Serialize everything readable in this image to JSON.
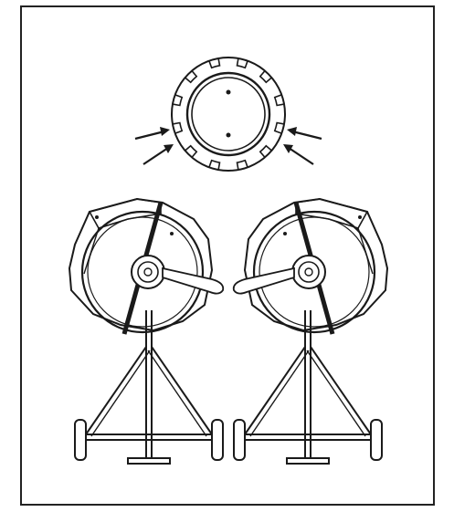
{
  "diagram": {
    "kind": "technical-line-drawing",
    "subject": "cement-mixer-drum-ring-gear-assembly",
    "panels": [
      {
        "name": "ring-gear-detail",
        "view": "top-center",
        "arrows": 4
      },
      {
        "name": "mixer-left",
        "view": "drum-tilted-left"
      },
      {
        "name": "mixer-right",
        "view": "drum-tilted-right"
      }
    ],
    "colors": {
      "line": "#1a1a1a",
      "paper": "#ffffff",
      "frame": "#222222"
    },
    "icons": [
      "arrow-icon",
      "wheel-icon",
      "gear-icon"
    ]
  }
}
